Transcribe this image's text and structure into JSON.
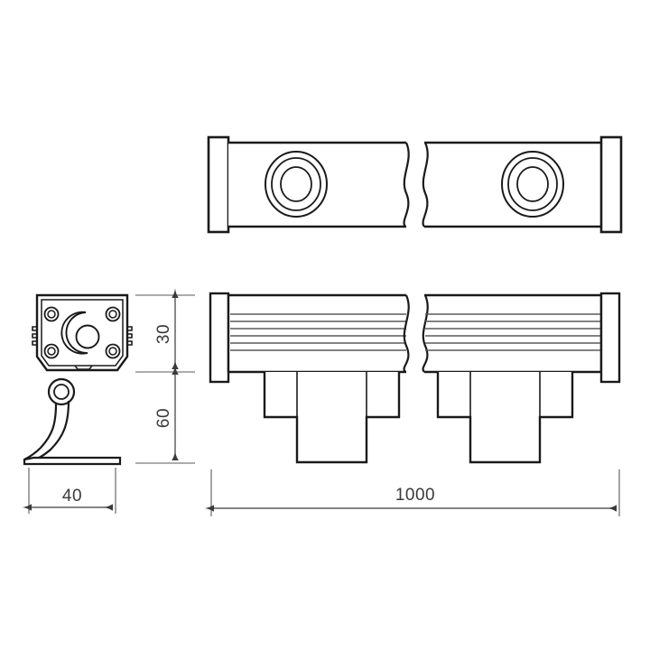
{
  "drawing": {
    "type": "engineering-dimension-drawing",
    "subject": "linear LED wall washer / floodlight fixture",
    "background_color": "#ffffff",
    "line_color": "#1a1a1a",
    "thin_line_color": "#5a5a5a",
    "dimension_color": "#3a3a3a",
    "units": "mm",
    "views": [
      {
        "name": "top-view",
        "label": ""
      },
      {
        "name": "side-view",
        "label": ""
      },
      {
        "name": "front-view",
        "label": ""
      }
    ]
  },
  "dimensions": {
    "height_body": "30",
    "height_bracket": "60",
    "depth": "40",
    "length": "1000"
  },
  "chart_data": {
    "type": "table",
    "title": "",
    "categories": [
      "height_body",
      "height_bracket",
      "depth",
      "length"
    ],
    "values": [
      30,
      60,
      40,
      1000
    ],
    "units": "mm"
  }
}
